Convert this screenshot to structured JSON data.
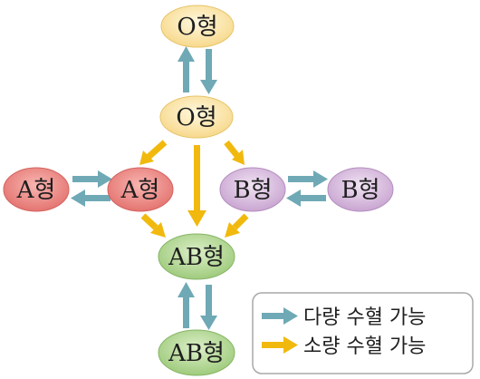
{
  "nodes": {
    "o_top": "O형",
    "o_mid": "O형",
    "a_left": "A형",
    "a_right": "A형",
    "b_left": "B형",
    "b_right": "B형",
    "ab_mid": "AB형",
    "ab_bottom": "AB형"
  },
  "legend": {
    "large_label": "다량 수혈 가능",
    "small_label": "소량 수혈 가능"
  },
  "colors": {
    "o_fill": "#fbe7ae",
    "a_fill": "#ef8f8c",
    "b_fill": "#dcc3e2",
    "ab_fill": "#bcdc9c",
    "large_arrow": "#6fa9b5",
    "small_arrow": "#f1b90e"
  }
}
